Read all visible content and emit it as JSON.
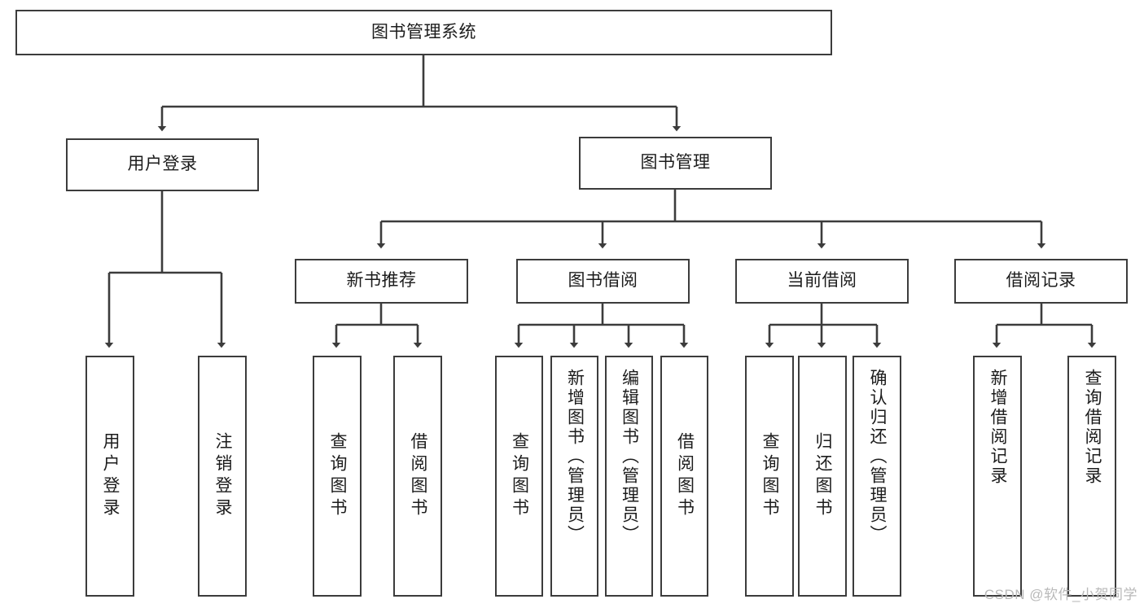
{
  "diagram": {
    "title": "图书管理系统",
    "type": "tree-hierarchy-chart",
    "colors": {
      "box_border": "#3c3c3c",
      "box_fill": "#ffffff",
      "edge": "#3c3c3c",
      "text": "#1c1c1c",
      "watermark": "#b9b9b9",
      "background": "#ffffff"
    },
    "root": {
      "label": "图书管理系统"
    },
    "level1": [
      {
        "label": "用户登录"
      },
      {
        "label": "图书管理"
      }
    ],
    "level2": [
      {
        "label": "新书推荐"
      },
      {
        "label": "图书借阅"
      },
      {
        "label": "当前借阅"
      },
      {
        "label": "借阅记录"
      }
    ],
    "leaves": {
      "user_login": [
        {
          "label": "用户登录"
        },
        {
          "label": "注销登录"
        }
      ],
      "new_book_recommend": [
        {
          "label": "查询图书"
        },
        {
          "label": "借阅图书"
        }
      ],
      "book_borrow": [
        {
          "label": "查询图书"
        },
        {
          "label": "新增图书（管理员）"
        },
        {
          "label": "编辑图书（管理员）"
        },
        {
          "label": "借阅图书"
        }
      ],
      "current_borrow": [
        {
          "label": "查询图书"
        },
        {
          "label": "归还图书"
        },
        {
          "label": "确认归还（管理员）"
        }
      ],
      "borrow_record": [
        {
          "label": "新增借阅记录"
        },
        {
          "label": "查询借阅记录"
        }
      ]
    }
  },
  "watermark": {
    "text": "CSDN @软件_小贺同学"
  }
}
